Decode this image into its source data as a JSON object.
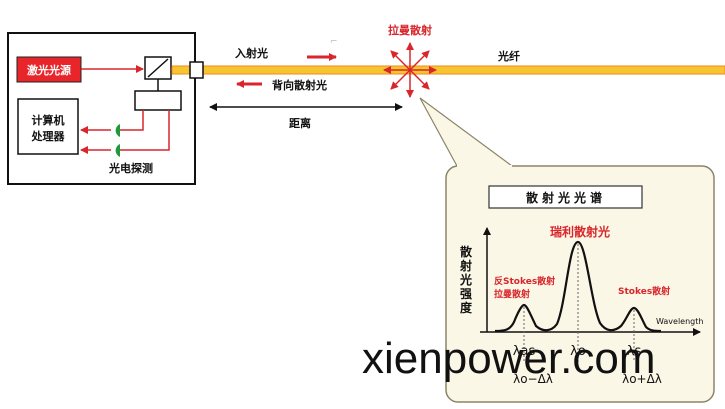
{
  "labels": {
    "laser_source": "激光光源",
    "computer": "计算机",
    "processor": "处理器",
    "photo_detector": "光电探测",
    "incident_light": "入射光",
    "backscatter_light": "背向散射光",
    "distance": "距离",
    "raman_scatter": "拉曼散射",
    "fiber": "光纤"
  },
  "spectrum_panel": {
    "title": "散射光光谱",
    "y_axis_label": [
      "散",
      "射",
      "光",
      "强",
      "度"
    ],
    "x_axis_label": "Wavelength",
    "peak_rayleigh": "瑞利散射光",
    "peak_anti_stokes_line1": "反Stokes散射",
    "peak_anti_stokes_line2": "拉曼散射",
    "peak_stokes": "Stokes散射",
    "tick_as": "λas",
    "tick_o": "λo",
    "tick_s": "λs",
    "tick_as_expr": "λo−Δλ",
    "tick_s_expr": "λo+Δλ"
  },
  "watermark": "xienpower.com",
  "colors": {
    "laser_fill": "#e8252b",
    "arrow_red": "#d9262c",
    "fiber_yellow": "#f7c531",
    "fiber_orange": "#f08a1c",
    "detector_green": "#1f9a3a",
    "panel_bg": "#fbf7e6",
    "panel_border": "#8c8468"
  }
}
